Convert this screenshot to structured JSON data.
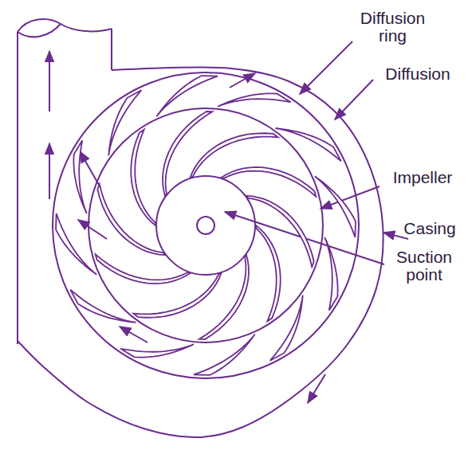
{
  "diagram": {
    "labels": [
      "Diffusion ring",
      "Diffusion",
      "Impeller",
      "Casing",
      "Suction point"
    ]
  }
}
